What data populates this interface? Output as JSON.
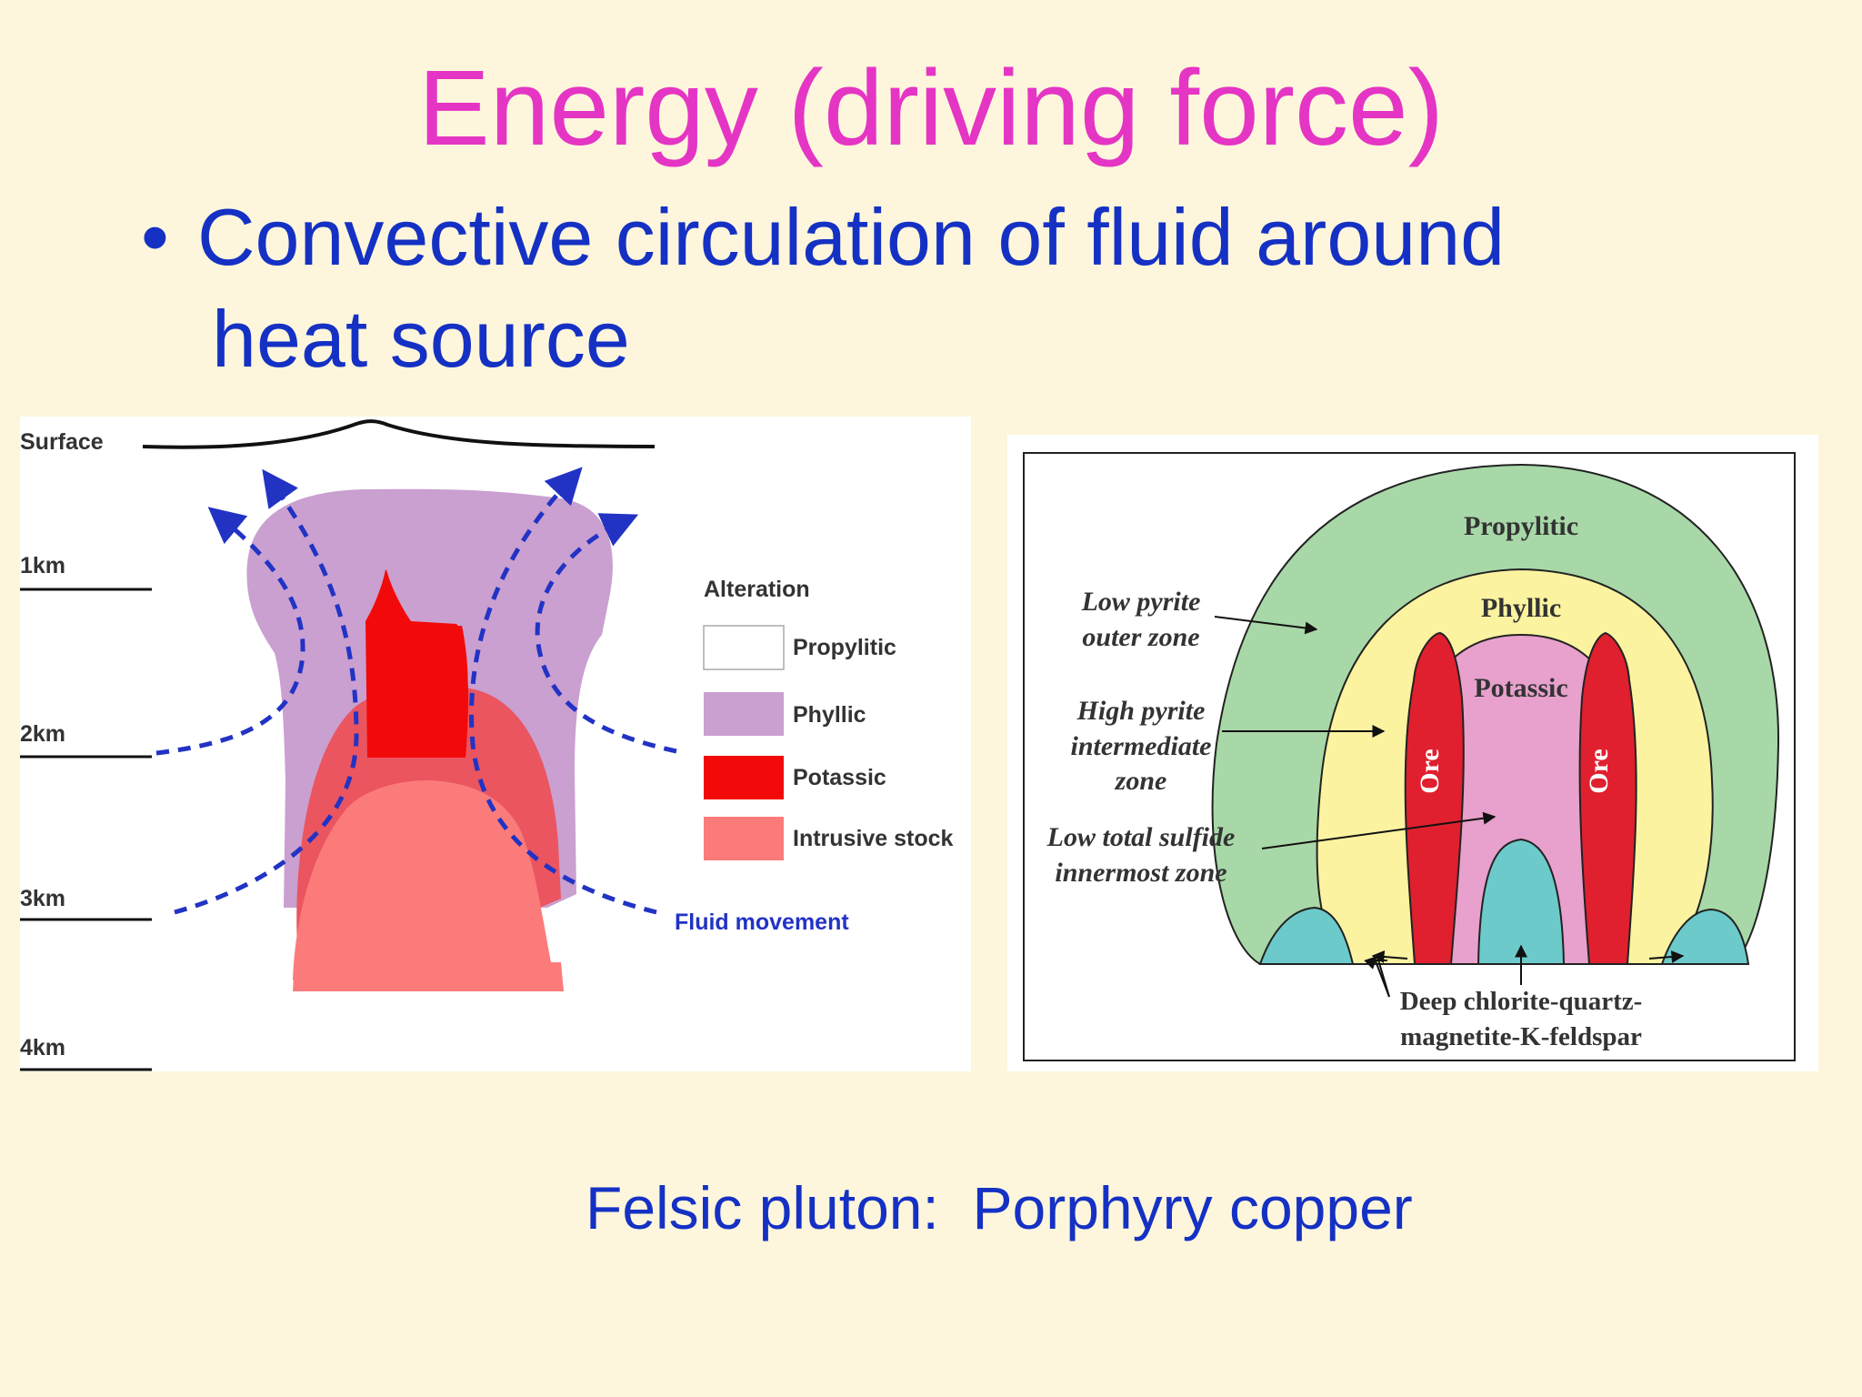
{
  "title": "Energy (driving force)",
  "bullet": {
    "marker": "•",
    "line1": "Convective circulation of fluid around",
    "line2": "heat source"
  },
  "left_diagram": {
    "depth_labels": [
      "Surface",
      "1km",
      "2km",
      "3km",
      "4km"
    ],
    "legend_title": "Alteration",
    "legend": [
      {
        "label": "Propylitic",
        "color": "#ffffff"
      },
      {
        "label": "Phyllic",
        "color": "#c9a0d0"
      },
      {
        "label": "Potassic",
        "color": "#f20a0a"
      },
      {
        "label": "Intrusive stock",
        "color": "#fb7b7b"
      }
    ],
    "fluid_label": "Fluid movement",
    "colors": {
      "phyllic": "#c9a0d0",
      "potassic": "#f20a0a",
      "intrusive": "#fb7b7b",
      "fluid": "#2233c4"
    }
  },
  "right_diagram": {
    "zones": {
      "propylitic": "Propylitic",
      "phyllic": "Phyllic",
      "potassic": "Potassic",
      "ore": "Ore"
    },
    "annotations": {
      "outer_1": "Low pyrite",
      "outer_2": "outer zone",
      "mid_1": "High pyrite",
      "mid_2": "intermediate",
      "mid_3": "zone",
      "inner_1": "Low total sulfide",
      "inner_2": "innermost zone",
      "deep_1": "Deep chlorite-quartz-",
      "deep_2": "magnetite-K-feldspar"
    },
    "colors": {
      "propylitic": "#a8d8a8",
      "phyllic": "#fbf3a0",
      "potassic": "#e8a0cc",
      "ore": "#e0202e",
      "deep": "#6ccaca"
    }
  },
  "caption": "Felsic pluton:  Porphyry copper"
}
